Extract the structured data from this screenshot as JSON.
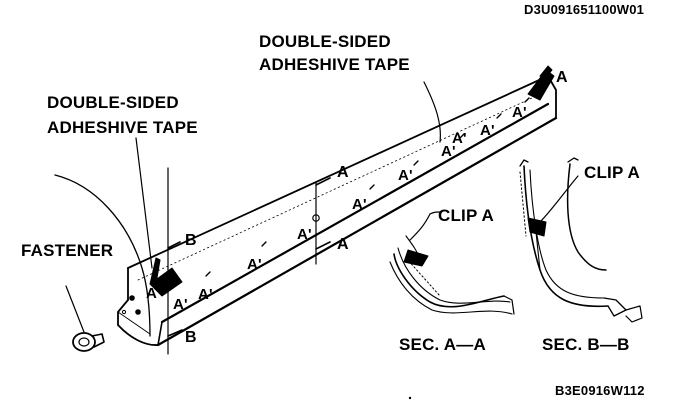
{
  "header_code": "D3U091651100W01",
  "footer_code": "B3E0916W112",
  "labels": {
    "tape_top_line1": "DOUBLE-SIDED",
    "tape_top_line2": "ADHESHIVE TAPE",
    "tape_left_line1": "DOUBLE-SIDED",
    "tape_left_line2": "ADHESHIVE TAPE",
    "fastener": "FASTENER",
    "clip_a_left": "CLIP A",
    "clip_a_right": "CLIP A",
    "section_aa": "SEC. A—A",
    "section_bb": "SEC. B—B"
  },
  "section_marks": {
    "a_upper": "A",
    "a_lower": "A",
    "b_upper": "B",
    "b_lower": "B",
    "tape_end_a": "A"
  },
  "clip_marks": [
    "A'",
    "A'",
    "A'",
    "A'",
    "A'",
    "A'",
    "A'",
    "A'",
    "A'",
    "A'",
    "A'"
  ],
  "colors": {
    "ink": "#000000",
    "paper": "#ffffff"
  }
}
